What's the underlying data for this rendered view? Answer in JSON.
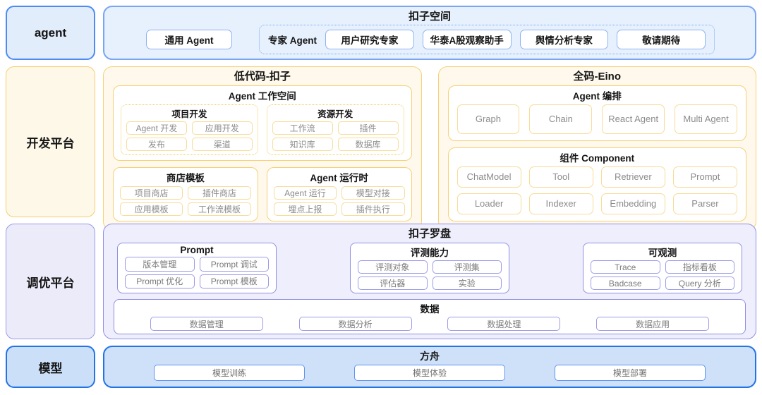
{
  "colors": {
    "agent_blue_border": "#4C8BF5",
    "agent_blue_bg": "#E7F1FD",
    "dev_yellow_border": "#F7D176",
    "dev_yellow_bg": "#FEF9EC",
    "tuning_purple_border": "#9090E4",
    "tuning_purple_bg": "#EEEEFC",
    "model_blue_border": "#2273E8",
    "model_blue_bg": "#CEE1F9"
  },
  "rows": {
    "agent": {
      "label": "agent",
      "title": "扣子空间",
      "general_button": "通用 Agent",
      "expert": {
        "label": "专家 Agent",
        "items": [
          "用户研究专家",
          "华泰A股观察助手",
          "舆情分析专家",
          "敬请期待"
        ]
      }
    },
    "dev": {
      "label": "开发平台",
      "low_code": {
        "title": "低代码-扣子",
        "workspace": {
          "title": "Agent 工作空间",
          "groups": [
            {
              "title": "项目开发",
              "items": [
                "Agent 开发",
                "应用开发",
                "发布",
                "渠道"
              ]
            },
            {
              "title": "资源开发",
              "items": [
                "工作流",
                "插件",
                "知识库",
                "数据库"
              ]
            }
          ]
        },
        "groups": [
          {
            "title": "商店模板",
            "items": [
              "项目商店",
              "插件商店",
              "应用模板",
              "工作流模板"
            ]
          },
          {
            "title": "Agent 运行时",
            "items": [
              "Agent 运行",
              "模型对接",
              "埋点上报",
              "插件执行"
            ]
          }
        ]
      },
      "full_code": {
        "title": "全码-Eino",
        "orchestration": {
          "title": "Agent 编排",
          "items": [
            "Graph",
            "Chain",
            "React Agent",
            "Multi Agent"
          ]
        },
        "component": {
          "title": "组件 Component",
          "items": [
            "ChatModel",
            "Tool",
            "Retriever",
            "Prompt",
            "Loader",
            "Indexer",
            "Embedding",
            "Parser"
          ]
        }
      }
    },
    "tuning": {
      "label": "调优平台",
      "title": "扣子罗盘",
      "groups": [
        {
          "title": "Prompt",
          "items": [
            "版本管理",
            "Prompt 调试",
            "Prompt 优化",
            "Prompt 模板"
          ]
        },
        {
          "title": "评测能力",
          "items": [
            "评测对象",
            "评测集",
            "评估器",
            "实验"
          ]
        },
        {
          "title": "可观测",
          "items": [
            "Trace",
            "指标看板",
            "Badcase",
            "Query 分析"
          ]
        }
      ],
      "data_group": {
        "title": "数据",
        "items": [
          "数据管理",
          "数据分析",
          "数据处理",
          "数据应用"
        ]
      }
    },
    "model": {
      "label": "模型",
      "title": "方舟",
      "items": [
        "模型训练",
        "模型体验",
        "模型部署"
      ]
    }
  }
}
